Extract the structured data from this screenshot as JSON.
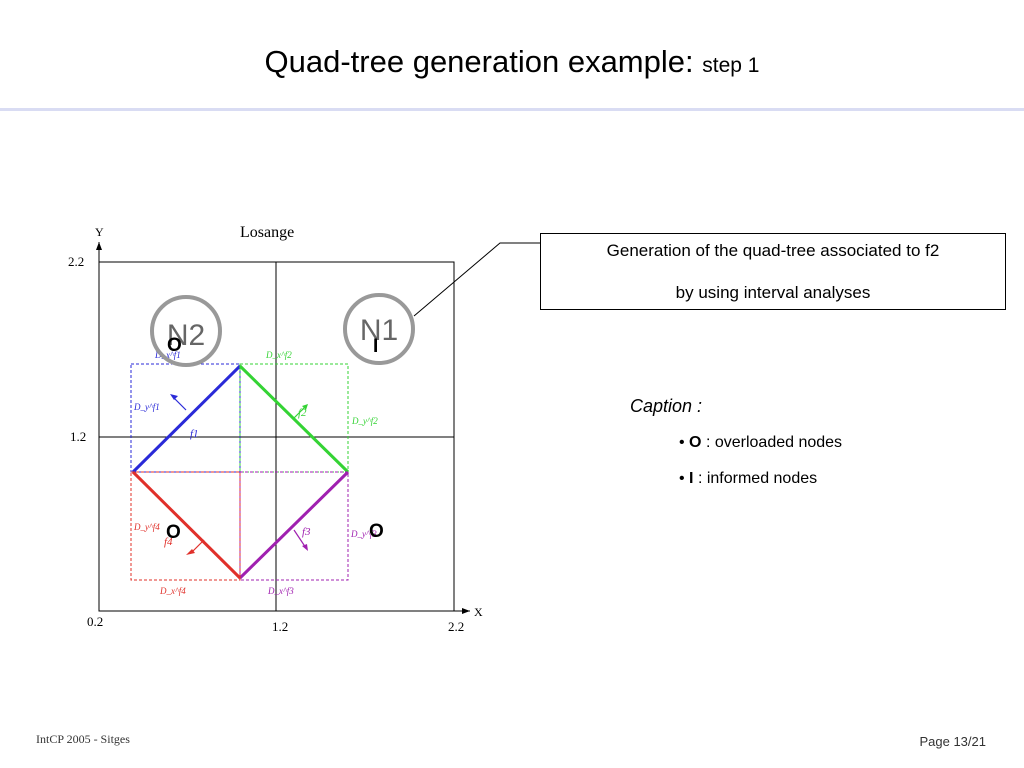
{
  "slide": {
    "title_main": "Quad-tree generation example:",
    "title_sub": "step 1",
    "footer_left": "IntCP 2005 - Sitges",
    "footer_right": "Page 13/21"
  },
  "figure": {
    "plot_title": "Losange",
    "y_axis_label": "Y",
    "x_axis_label": "X",
    "y_ticks": [
      "2.2",
      "1.2",
      "0.2"
    ],
    "x_ticks": [
      "1.2",
      "2.2"
    ],
    "node_labels": {
      "n1": "N1",
      "n2": "N2"
    },
    "quadrant_marks": {
      "top_left": "O",
      "top_right": "I",
      "bottom_left": "O",
      "bottom_right": "O"
    },
    "function_labels": [
      "f1",
      "f2",
      "f3",
      "f4"
    ],
    "domain_labels": [
      "D_x^f1",
      "D_y^f1",
      "D_x^f2",
      "D_y^f2",
      "D_x^f3",
      "D_y^f3",
      "D_x^f4",
      "D_y^f4"
    ],
    "colors": {
      "f1": "#2a2ad8",
      "f2": "#34d334",
      "f3": "#a020b0",
      "f4": "#e0302a",
      "node_circle": "#999999"
    }
  },
  "callout": {
    "line1": "Generation of the quad-tree associated to f2",
    "line2": "by using interval analyses"
  },
  "caption": {
    "title": "Caption :",
    "items": [
      {
        "symbol": "O",
        "text": " : overloaded nodes"
      },
      {
        "symbol": "I",
        "text": " : informed nodes"
      }
    ]
  }
}
